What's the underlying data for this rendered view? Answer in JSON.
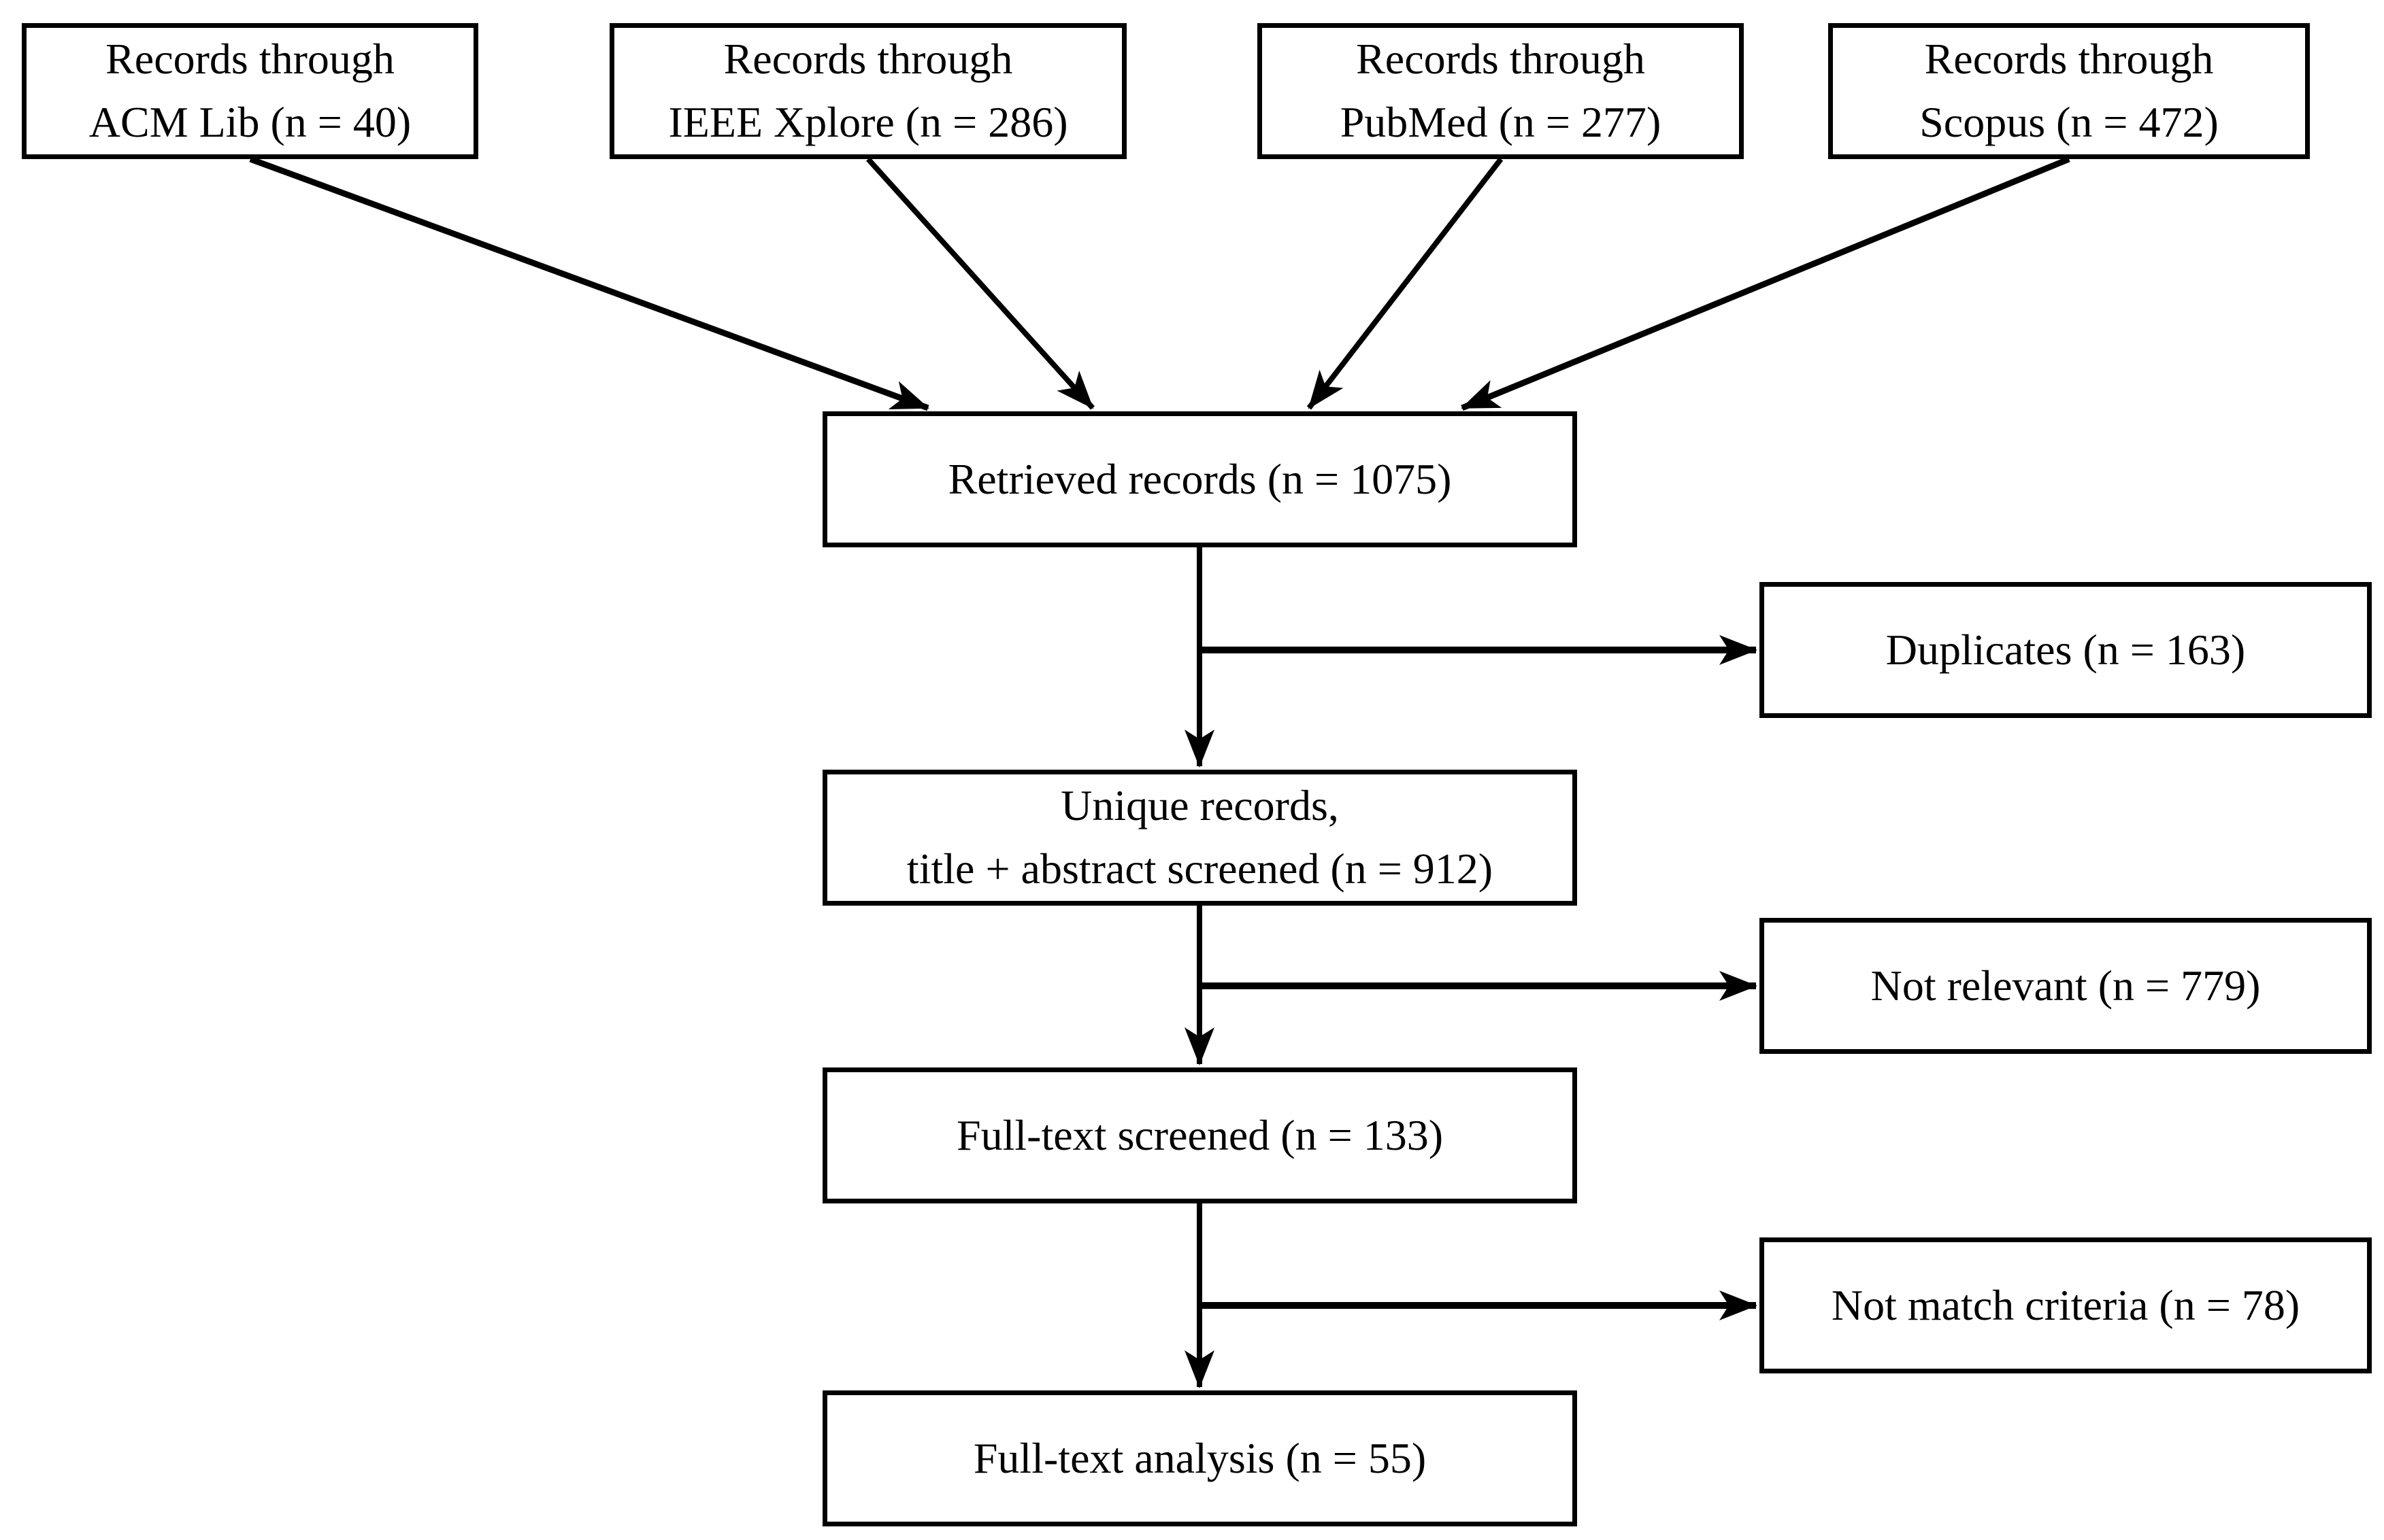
{
  "diagram": {
    "title": "PRISMA-style literature screening flowchart",
    "colors": {
      "background": "#ffffff",
      "line": "#000000",
      "text": "#000000"
    },
    "boxes": {
      "source_acm": {
        "lines": [
          "Records through",
          "ACM Lib (n = 40)"
        ]
      },
      "source_ieee": {
        "lines": [
          "Records through",
          "IEEE Xplore (n = 286)"
        ]
      },
      "source_pubmed": {
        "lines": [
          "Records through",
          "PubMed (n = 277)"
        ]
      },
      "source_scopus": {
        "lines": [
          "Records through",
          "Scopus (n = 472)"
        ]
      },
      "retrieved": {
        "lines": [
          "Retrieved records (n = 1075)"
        ]
      },
      "duplicates": {
        "lines": [
          "Duplicates (n = 163)"
        ]
      },
      "unique": {
        "lines": [
          "Unique records,",
          "title + abstract screened (n = 912)"
        ]
      },
      "not_relevant": {
        "lines": [
          "Not relevant (n = 779)"
        ]
      },
      "fulltext_screened": {
        "lines": [
          "Full-text screened (n = 133)"
        ]
      },
      "not_match": {
        "lines": [
          "Not match criteria (n = 78)"
        ]
      },
      "fulltext_analysis": {
        "lines": [
          "Full-text analysis (n = 55)"
        ]
      }
    }
  }
}
